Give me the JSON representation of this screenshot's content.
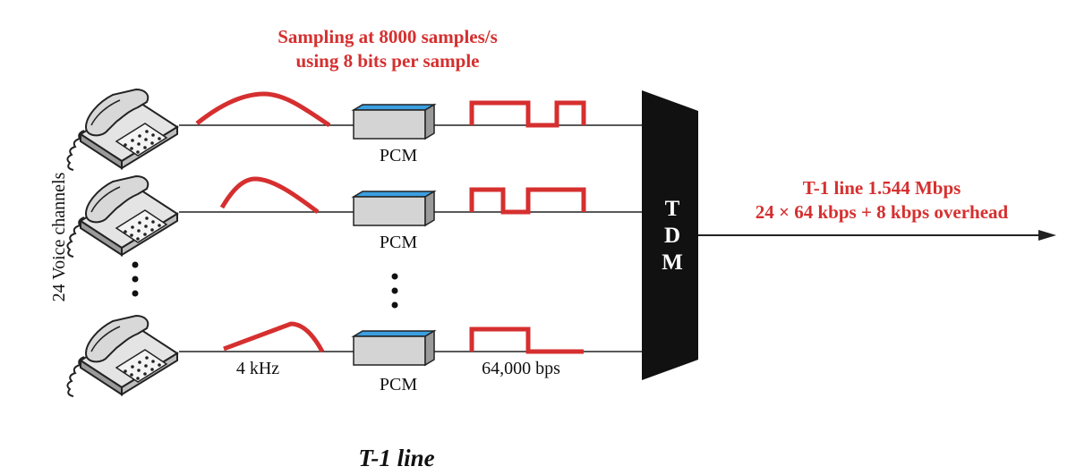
{
  "header": {
    "line1": "Sampling at 8000 samples/s",
    "line2": "using 8 bits per sample"
  },
  "side_label": "24 Voice channels",
  "channels": [
    {
      "pcm_label": "PCM"
    },
    {
      "pcm_label": "PCM"
    },
    {
      "pcm_label": "PCM",
      "analog_label": "4 kHz",
      "digital_label": "64,000 bps"
    }
  ],
  "tdm": {
    "letters": [
      "T",
      "D",
      "M"
    ]
  },
  "output": {
    "line1": "T-1 line 1.544 Mbps",
    "line2": "24 × 64 kbps + 8 kbps overhead"
  },
  "caption": "T-1 line",
  "colors": {
    "accent": "#d62f2f",
    "pcm_top": "#3b9fe0",
    "pcm_body": "#d4d4d4",
    "tdm": "#111111",
    "line": "#222222"
  },
  "icons": [
    "telephone-icon",
    "ellipsis-vertical-icon"
  ]
}
